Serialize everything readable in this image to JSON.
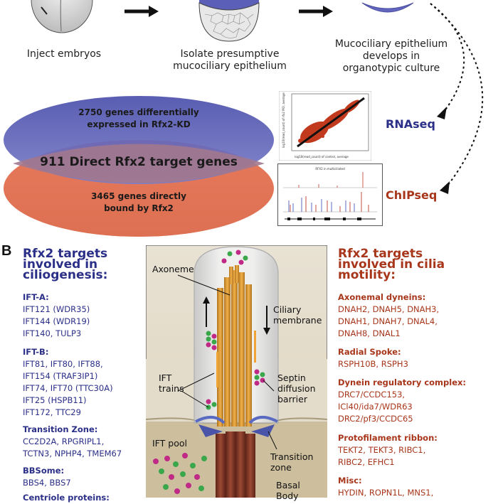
{
  "panel_a": {
    "steps": [
      "Inject embryos",
      "Isolate presumptive mucociliary epithelium",
      "Mucociliary epithelium develops in organotypic culture"
    ],
    "ellipse_top": "2750 genes differentially expressed in Rfx2-KD",
    "ellipse_middle": "911 Direct Rfx2 target genes",
    "ellipse_bottom": "3465 genes directly bound by Rfx2",
    "assay_rna": "RNAseq",
    "assay_chip": "ChIPseq",
    "scatter_xlabel": "log10(read_count) of control, average",
    "scatter_ylabel": "log10(read_count) of rfx2 MO, average",
    "chip_title": "RFX2 in multiciliated"
  },
  "panel_b": {
    "letter": "B",
    "left_title": "Rfx2 targets involved in ciliogenesis:",
    "left_groups": [
      {
        "title": "IFT-A:",
        "lines": [
          "IFT121 (WDR35)",
          "IFT144 (WDR19)",
          "IFT140, TULP3"
        ]
      },
      {
        "title": "IFT-B:",
        "lines": [
          "IFT81, IFT80, IFT88,",
          "IFT154 (TRAF3IP1)",
          "IFT74, IFT70 (TTC30A)",
          "IFT25 (HSPB11)",
          "IFT172, TTC29"
        ]
      },
      {
        "title": "Transition Zone:",
        "lines": [
          "CC2D2A, RPGRIPL1,",
          "TCTN3, NPHP4, TMEM67"
        ]
      },
      {
        "title": "BBSome:",
        "lines": [
          "BBS4, BBS7"
        ]
      },
      {
        "title": "Centriole proteins:",
        "lines": []
      }
    ],
    "right_title": "Rfx2 targets involved in cilia motility:",
    "right_groups": [
      {
        "title": "Axonemal dyneins:",
        "lines": [
          "DNAH2, DNAH5, DNAH3,",
          "DNAH1, DNAH7, DNAL4,",
          "DNAH8, DNAL1"
        ]
      },
      {
        "title": "Radial Spoke:",
        "lines": [
          "RSPH10B, RSPH3"
        ]
      },
      {
        "title": "Dynein regulatory complex:",
        "lines": [
          "DRC7/CCDC153,",
          "ICl40/ida7/WDR63",
          "DRC2/pf3/CCDC65"
        ]
      },
      {
        "title": "Protofilament ribbon:",
        "lines": [
          "TEKT2, TEKT3, RIBC1,",
          "RIBC2, EFHC1"
        ]
      },
      {
        "title": "Misc:",
        "lines": [
          "HYDIN, ROPN1L, MNS1,"
        ]
      }
    ],
    "diagram_labels": {
      "axoneme": "Axoneme",
      "ciliary_membrane": "Ciliary membrane",
      "ift_trains": "IFT trains",
      "septin": "Septin diffusion barrier",
      "ift_pool": "IFT pool",
      "transition_zone": "Transition zone",
      "basal_body": "Basal Body"
    }
  },
  "colors": {
    "blue_text": "#2b2f88",
    "red_text": "#a8361b",
    "ellipse_blue": "#5a5fb4",
    "ellipse_orange": "#e2785c"
  }
}
